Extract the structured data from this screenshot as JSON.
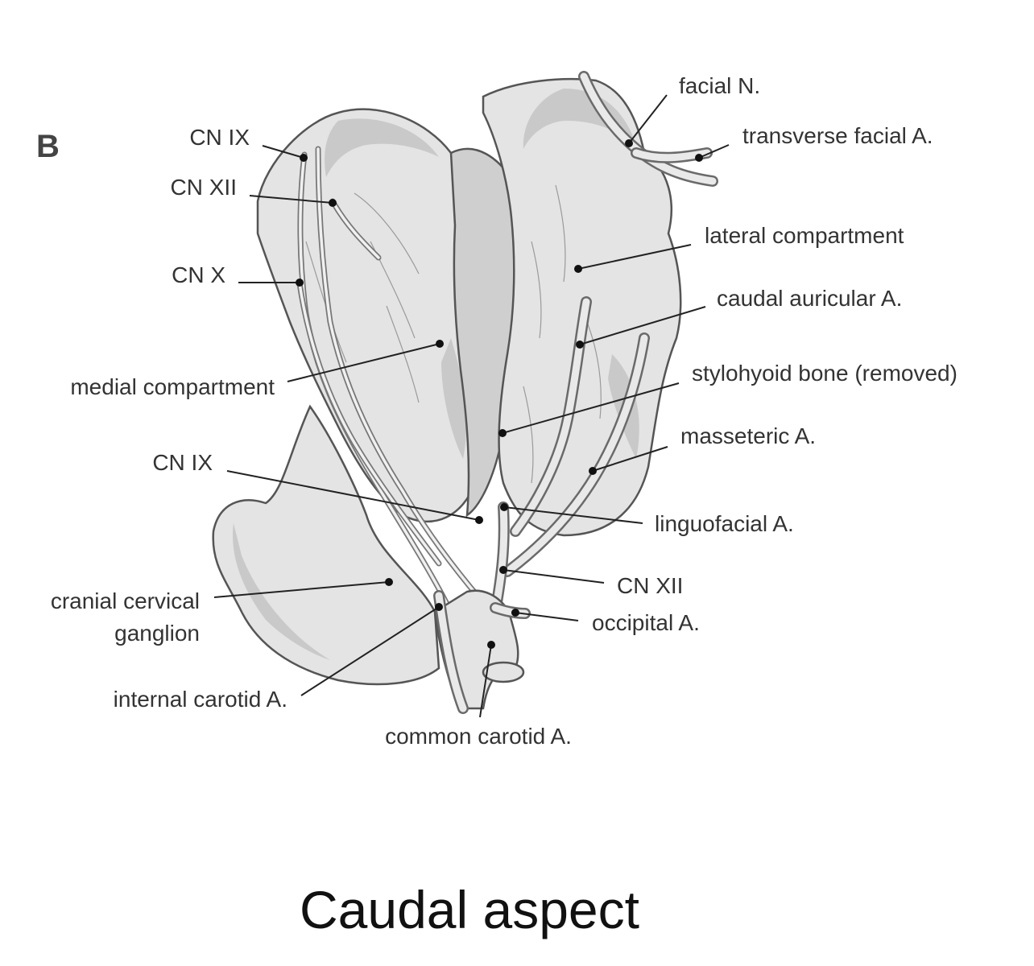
{
  "panel_letter": "B",
  "caption": "Caudal aspect",
  "labels": {
    "facial_n": "facial N.",
    "transverse_facial_a": "transverse facial A.",
    "cn_ix_top": "CN IX",
    "cn_xii_top": "CN XII",
    "lateral_compartment": "lateral compartment",
    "cn_x": "CN X",
    "caudal_auricular_a": "caudal auricular A.",
    "stylohyoid_bone": "stylohyoid bone (removed)",
    "medial_compartment": "medial compartment",
    "masseteric_a": "masseteric A.",
    "cn_ix_lower": "CN IX",
    "linguofacial_a": "linguofacial A.",
    "cn_xii_lower": "CN XII",
    "cranial_cervical_ganglion_line1": "cranial cervical",
    "cranial_cervical_ganglion_line2": "ganglion",
    "occipital_a": "occipital A.",
    "internal_carotid_a": "internal carotid A.",
    "common_carotid_a": "common carotid A."
  }
}
